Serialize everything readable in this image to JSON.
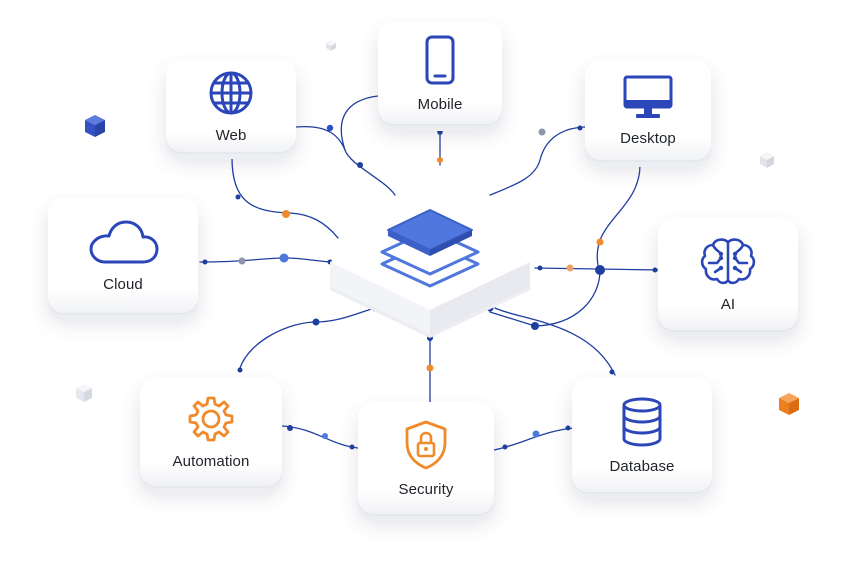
{
  "nodes": {
    "web": {
      "label": "Web",
      "icon": "globe-icon"
    },
    "mobile": {
      "label": "Mobile",
      "icon": "smartphone-icon"
    },
    "desktop": {
      "label": "Desktop",
      "icon": "monitor-icon"
    },
    "cloud": {
      "label": "Cloud",
      "icon": "cloud-icon"
    },
    "ai": {
      "label": "AI",
      "icon": "brain-icon"
    },
    "automation": {
      "label": "Automation",
      "icon": "gear-icon"
    },
    "security": {
      "label": "Security",
      "icon": "shield-lock-icon"
    },
    "database": {
      "label": "Database",
      "icon": "database-icon"
    }
  },
  "hub": {
    "icon": "layers-icon"
  },
  "colors": {
    "primary_blue": "#2a46b8",
    "hub_blue": "#4f77dd",
    "accent_orange": "#f08a2a",
    "connector": "#1e3fa0"
  }
}
